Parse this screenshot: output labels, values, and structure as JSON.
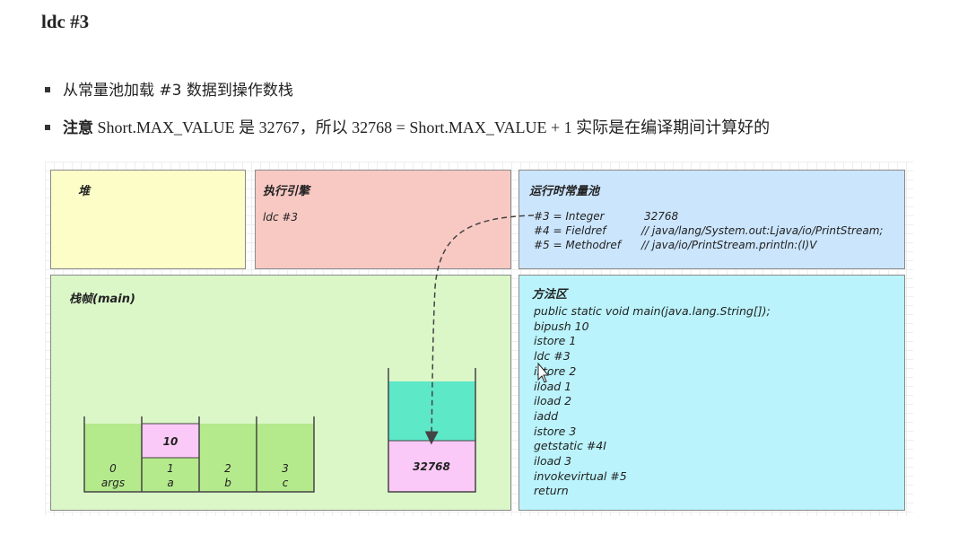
{
  "title": "ldc #3",
  "bullets": [
    {
      "text": "从常量池加载 #3 数据到操作数栈"
    },
    {
      "bold": "注意",
      "text": " Short.MAX_VALUE 是 32767，所以 32768 = Short.MAX_VALUE + 1 实际是在编译期间计算好的"
    }
  ],
  "heap": {
    "title": "堆"
  },
  "engine": {
    "title": "执行引擎",
    "instruction": "ldc #3"
  },
  "pool": {
    "title": "运行时常量池",
    "rows": [
      {
        "index": "#3 = Integer",
        "value": "32768"
      },
      {
        "index": "#4 = Fieldref",
        "value": "// java/lang/System.out:Ljava/io/PrintStream;"
      },
      {
        "index": "#5 = Methodref",
        "value": "// java/io/PrintStream.println:(I)V"
      }
    ]
  },
  "frame": {
    "title": "栈帧(main)",
    "locals": [
      {
        "index": "0",
        "name": "args",
        "value": ""
      },
      {
        "index": "1",
        "name": "a",
        "value": "10"
      },
      {
        "index": "2",
        "name": "b",
        "value": ""
      },
      {
        "index": "3",
        "name": "c",
        "value": ""
      }
    ],
    "operand_value": "32768"
  },
  "method": {
    "title": "方法区",
    "lines": [
      "public static void main(java.lang.String[]);",
      "bipush 10",
      "istore 1",
      "ldc #3",
      "istore 2",
      "iload 1",
      "iload 2",
      "iadd",
      "istore 3",
      "getstatic #4I",
      "iload 3",
      "invokevirtual #5",
      "return"
    ]
  },
  "colors": {
    "heap": "#fdfdc8",
    "engine": "#f8c9c3",
    "pool": "#cbe5fd",
    "frame": "#dbf7c8",
    "method": "#baf3fb",
    "slot_fill": "#b5ea8c",
    "slot_highlight": "#fbc9f7",
    "operand_fill": "#5de8c8"
  }
}
